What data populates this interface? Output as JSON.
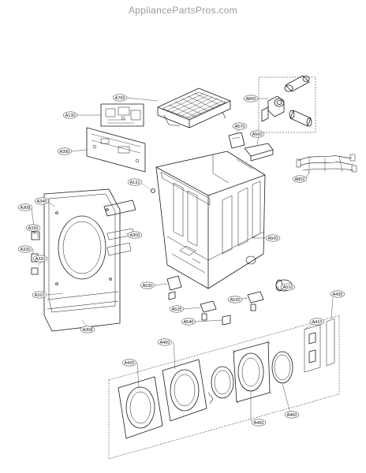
{
  "watermark": "AppliancePartsPros.com",
  "parts": [
    {
      "id": "lbl-a700",
      "label": "A700"
    },
    {
      "id": "lbl-a800",
      "label": "A800"
    },
    {
      "id": "lbl-a130",
      "label": "A130"
    },
    {
      "id": "lbl-a390",
      "label": "A390"
    },
    {
      "id": "lbl-a570",
      "label": "A570"
    },
    {
      "id": "lbl-a560",
      "label": "A560"
    },
    {
      "id": "lbl-a802",
      "label": "A802"
    },
    {
      "id": "lbl-a131",
      "label": "A131"
    },
    {
      "id": "lbl-a340",
      "label": "A340"
    },
    {
      "id": "lbl-a308-top",
      "label": "A308"
    },
    {
      "id": "lbl-a330",
      "label": "A330"
    },
    {
      "id": "lbl-a300",
      "label": "A300"
    },
    {
      "id": "lbl-a500",
      "label": "A500"
    },
    {
      "id": "lbl-a320-a",
      "label": "A320"
    },
    {
      "id": "lbl-a320-b",
      "label": "A320"
    },
    {
      "id": "lbl-a530",
      "label": "A530"
    },
    {
      "id": "lbl-a510",
      "label": "A510"
    },
    {
      "id": "lbl-a310",
      "label": "A310"
    },
    {
      "id": "lbl-a525",
      "label": "A525"
    },
    {
      "id": "lbl-a520",
      "label": "A520"
    },
    {
      "id": "lbl-a430",
      "label": "A430"
    },
    {
      "id": "lbl-a308-bot",
      "label": "A308"
    },
    {
      "id": "lbl-a540",
      "label": "A540"
    },
    {
      "id": "lbl-a410",
      "label": "A410"
    },
    {
      "id": "lbl-a400",
      "label": "A400"
    },
    {
      "id": "lbl-a420",
      "label": "A420"
    },
    {
      "id": "lbl-a460",
      "label": "A460"
    },
    {
      "id": "lbl-a450",
      "label": "A450"
    }
  ]
}
